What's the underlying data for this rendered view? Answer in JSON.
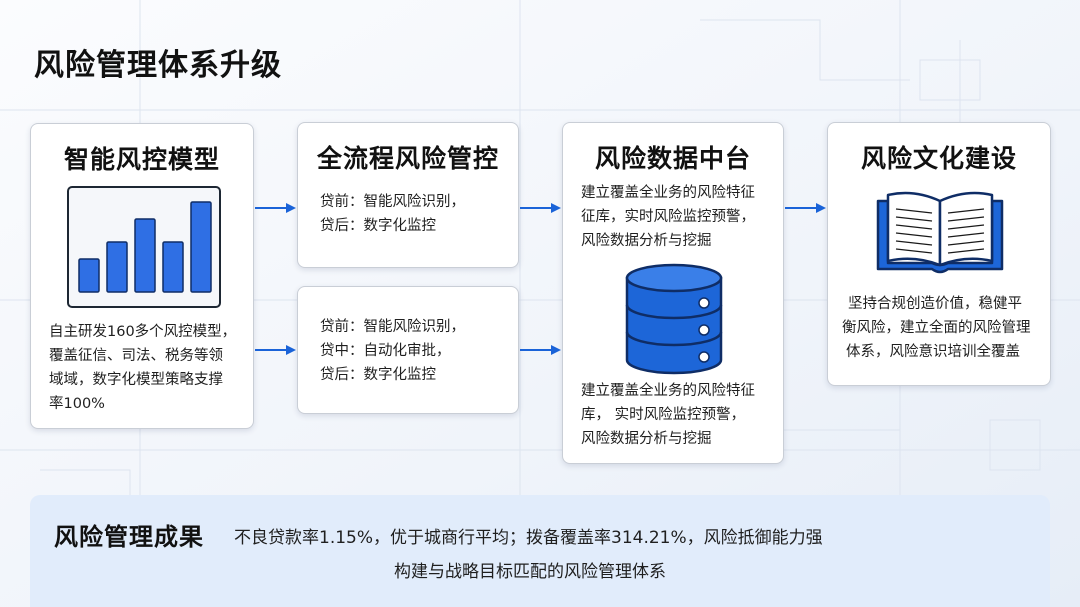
{
  "page": {
    "title": "风险管理体系升级"
  },
  "cards": {
    "model": {
      "title": "智能风控模型",
      "lines": [
        "自主研发160多个风控模型，",
        "覆盖征信、司法、税务等领",
        "域域，数字化模型策略支撑",
        "率100%"
      ],
      "bar_levels": [
        0.33,
        0.5,
        0.73,
        0.5,
        0.9
      ]
    },
    "process_top": {
      "title": "全流程风险管控",
      "lines": [
        "贷前：智能风险识别，",
        "贷后：数字化监控"
      ]
    },
    "process_bottom": {
      "lines": [
        "贷前：智能风险识别，",
        "贷中：自动化审批，",
        "贷后：数字化监控"
      ]
    },
    "data": {
      "title": "风险数据中台",
      "lines_top": [
        "建立覆盖全业务的风险特征",
        "征库，实时风险监控预警，",
        "风险数据分析与挖掘"
      ],
      "lines_bottom": [
        "建立覆盖全业务的风险特征",
        "库，  实时风险监控预警，",
        "风险数据分析与挖掘"
      ]
    },
    "culture": {
      "title": "风险文化建设",
      "lines": [
        "坚持合规创造价值，稳健平",
        "衡风险，建立全面的风险管理",
        "体系，风险意识培训全覆盖"
      ]
    }
  },
  "result": {
    "title": "风险管理成果",
    "line1": "不良贷款率1.15%，优于城商行平均；拨备覆盖率314.21%，风险抵御能力强",
    "line2": "构建与战略目标匹配的风险管理体系"
  },
  "colors": {
    "accent": "#1a63d8",
    "bar": "#2f6fe4",
    "panel": "#e1ecfb",
    "card_border": "#c9ced6"
  },
  "icons": {
    "chart": "bar-chart-icon",
    "database": "database-icon",
    "book": "open-book-icon"
  }
}
